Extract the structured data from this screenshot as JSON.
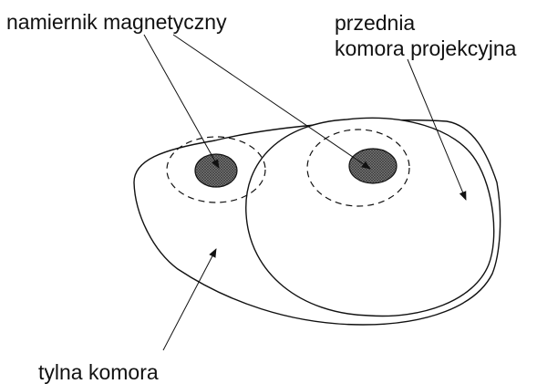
{
  "labels": {
    "magnet": "namiernik magnetyczny",
    "front_line1": "przednia",
    "front_line2": "komora projekcyjna",
    "back": "tylna komora"
  }
}
